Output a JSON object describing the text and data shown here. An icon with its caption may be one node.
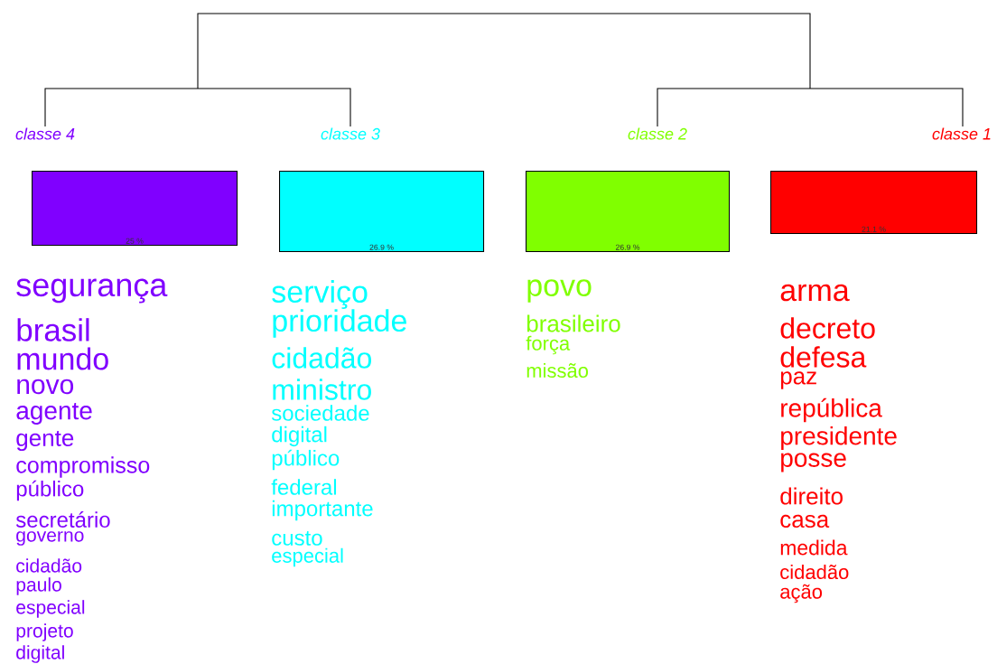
{
  "diagram": {
    "nodes": [
      {
        "text": [
          "25 %"
        ],
        "beside": [
          "classe  4"
        ]
      },
      {
        "text": [
          "26.9 %"
        ],
        "beside": [
          "classe  3"
        ]
      },
      {
        "text": [
          "26.9 %"
        ],
        "beside": [
          "classe  2"
        ]
      },
      {
        "text": [
          "21.1 %"
        ],
        "beside": [
          "classe  1"
        ]
      }
    ],
    "labels": [
      "segurança",
      "brasil",
      "mundo",
      "novo",
      "agente",
      "gente",
      "compromisso",
      "público",
      "secretário",
      "governo",
      "cidadão",
      "paulo",
      "especial",
      "projeto",
      "digital",
      "serviço",
      "prioridade",
      "cidadão",
      "ministro",
      "sociedade",
      "digital",
      "público",
      "federal",
      "importante",
      "custo",
      "especial",
      "povo",
      "brasileiro",
      "força",
      "missão",
      "arma",
      "decreto",
      "defesa",
      "paz",
      "república",
      "presidente",
      "posse",
      "direito",
      "casa",
      "medida",
      "cidadão",
      "ação"
    ]
  }
}
